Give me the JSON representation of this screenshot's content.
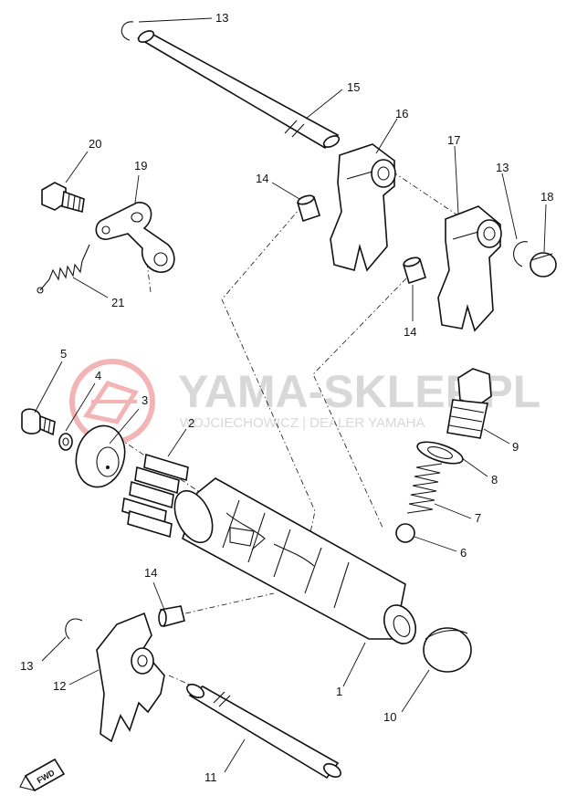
{
  "watermark": {
    "title": "YAMA-SKLEP.PL",
    "subtitle": "WOJCIECHOWICZ | DEALER YAMAHA",
    "logo_color": "#f2b4b4",
    "text_color": "#d8d8d8"
  },
  "direction_mark": "FWD",
  "callouts": [
    {
      "id": "c13a",
      "text": "13"
    },
    {
      "id": "c15",
      "text": "15"
    },
    {
      "id": "c16",
      "text": "16"
    },
    {
      "id": "c17",
      "text": "17"
    },
    {
      "id": "c13b",
      "text": "13"
    },
    {
      "id": "c18",
      "text": "18"
    },
    {
      "id": "c20",
      "text": "20"
    },
    {
      "id": "c19",
      "text": "19"
    },
    {
      "id": "c14a",
      "text": "14"
    },
    {
      "id": "c21",
      "text": "21"
    },
    {
      "id": "c14b",
      "text": "14"
    },
    {
      "id": "c5",
      "text": "5"
    },
    {
      "id": "c4",
      "text": "4"
    },
    {
      "id": "c3",
      "text": "3"
    },
    {
      "id": "c2",
      "text": "2"
    },
    {
      "id": "c9",
      "text": "9"
    },
    {
      "id": "c8",
      "text": "8"
    },
    {
      "id": "c7",
      "text": "7"
    },
    {
      "id": "c6",
      "text": "6"
    },
    {
      "id": "c14c",
      "text": "14"
    },
    {
      "id": "c13c",
      "text": "13"
    },
    {
      "id": "c12",
      "text": "12"
    },
    {
      "id": "c1",
      "text": "1"
    },
    {
      "id": "c10",
      "text": "10"
    },
    {
      "id": "c11",
      "text": "11"
    }
  ]
}
